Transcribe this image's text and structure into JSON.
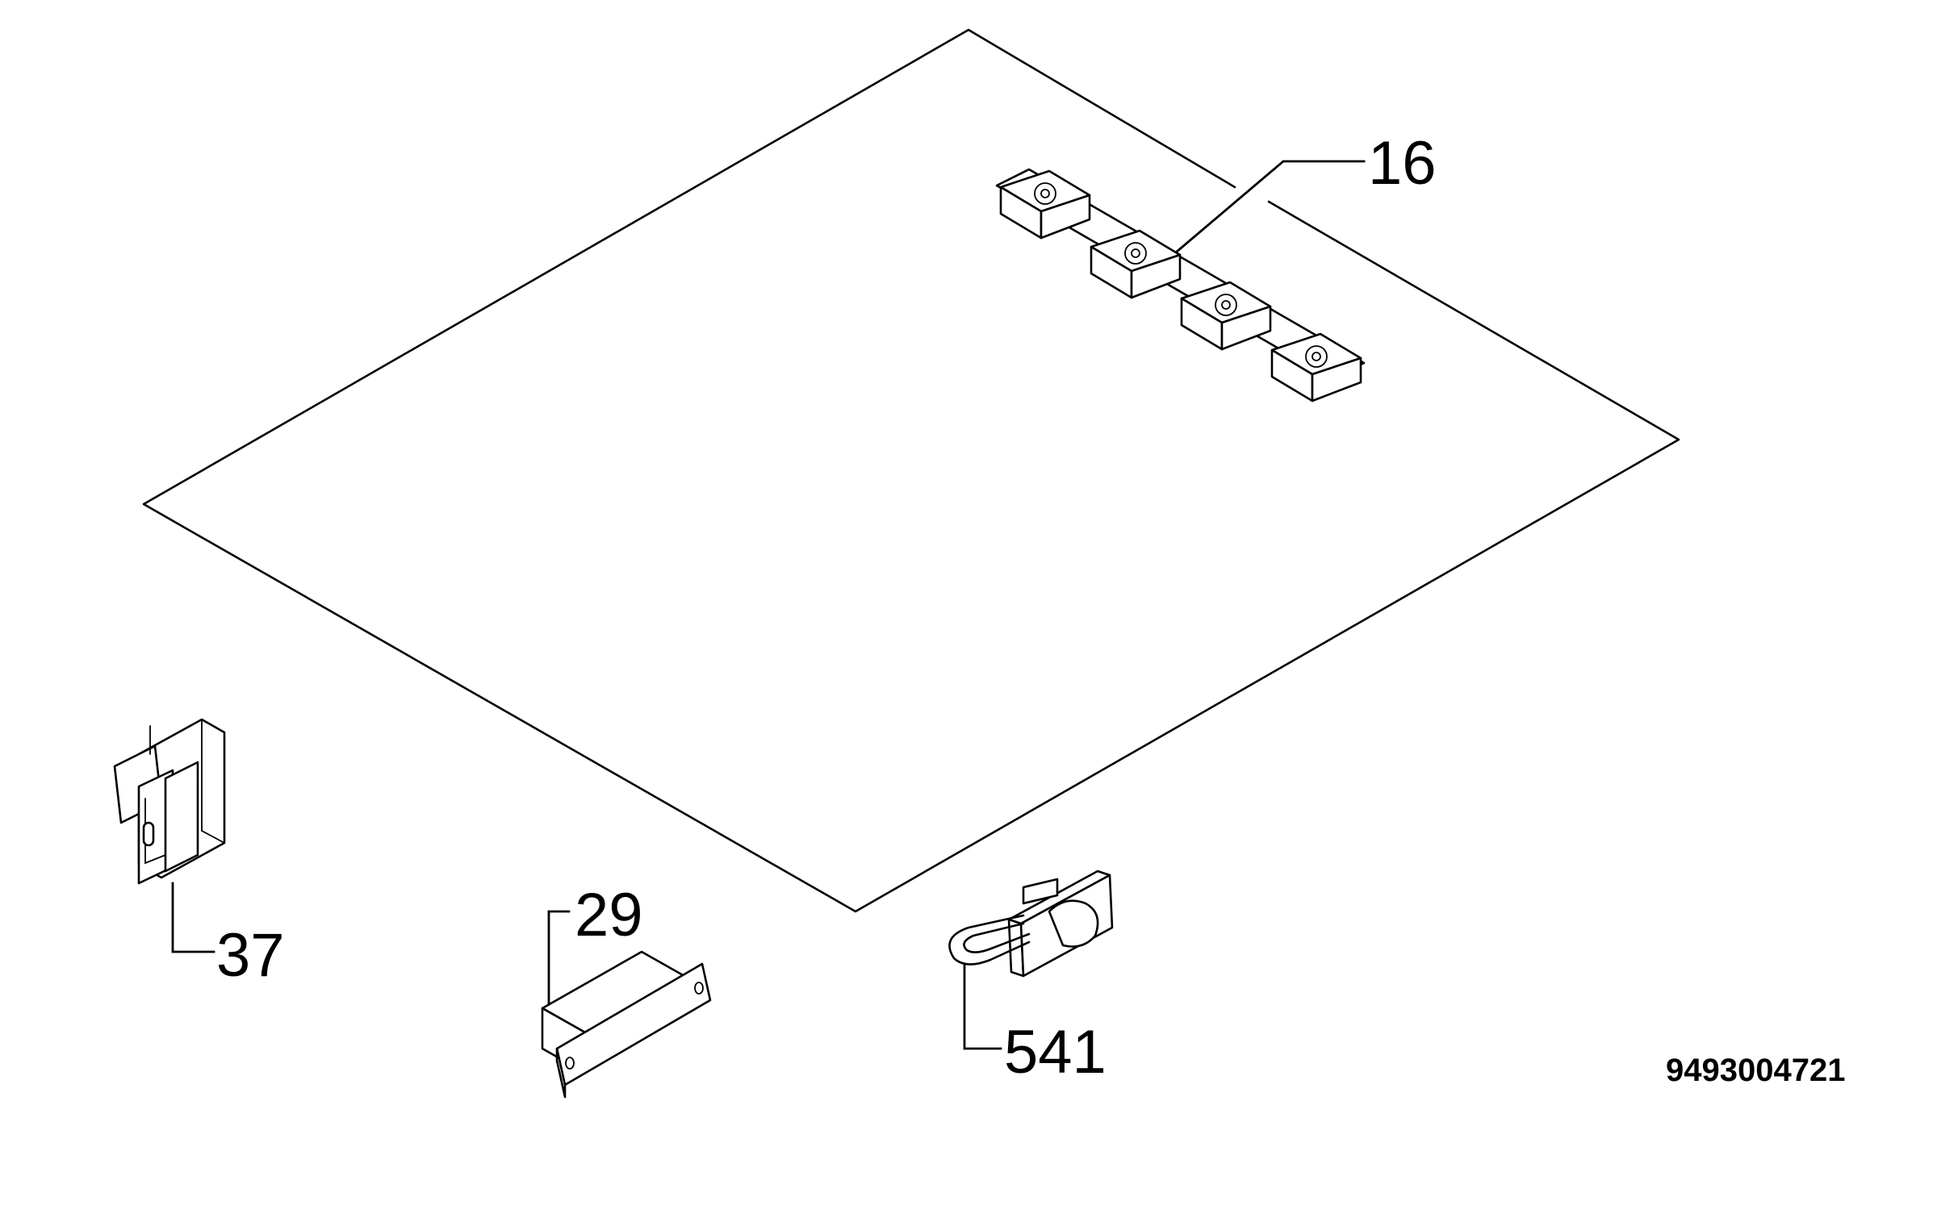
{
  "callouts": {
    "hinge_strip": "16",
    "clip_bracket": "37",
    "magnet_catch": "29",
    "latch_hook": "541"
  },
  "document_number": "9493004721"
}
